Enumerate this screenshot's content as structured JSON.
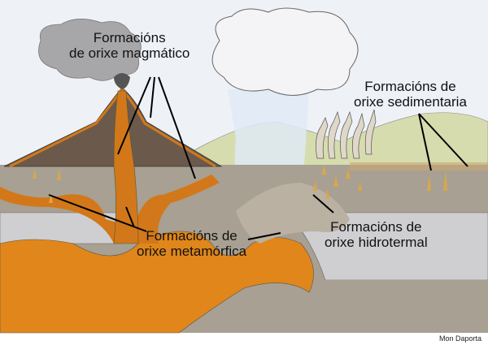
{
  "labels": {
    "magmatic": {
      "line1": "Formacións",
      "line2": "de orixe magmático"
    },
    "sedimentary": {
      "line1": "Formacións de",
      "line2": "orixe sedimentaria"
    },
    "metamorphic": {
      "line1": "Formacións de",
      "line2": "orixe metamórfica"
    },
    "hydrothermal": {
      "line1": "Formacións de",
      "line2": "orixe hidrotermal"
    }
  },
  "credit": "Mon Daporta",
  "colors": {
    "sky": "#eef1f6",
    "ground": "#a8a092",
    "grey_layer": "#cfcfd2",
    "magma": "#e0861a",
    "volcano": "#6b5a4c",
    "hills": "#d6dcae"
  }
}
